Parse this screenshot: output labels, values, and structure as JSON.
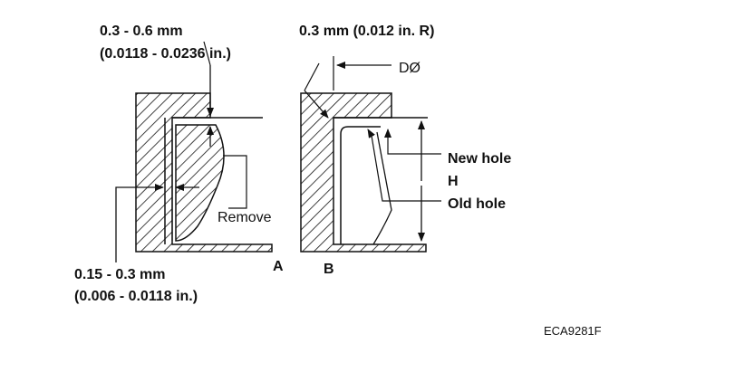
{
  "diagram": {
    "labels": {
      "top_left_line1": "0.3 - 0.6 mm",
      "top_left_line2": "(0.0118 - 0.0236 in.)",
      "top_right": "0.3 mm (0.012 in. R)",
      "diameter": "DØ",
      "new_hole": "New hole",
      "height": "H",
      "old_hole": "Old hole",
      "remove": "Remove",
      "bottom_left_line1": "0.15 - 0.3 mm",
      "bottom_left_line2": "(0.006 - 0.0118 in.)",
      "view_a": "A",
      "view_b": "B",
      "figure_code": "ECA9281F"
    }
  }
}
